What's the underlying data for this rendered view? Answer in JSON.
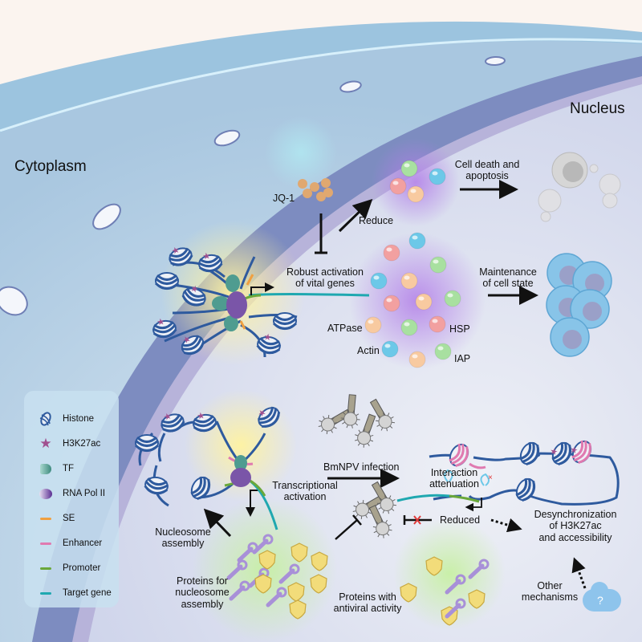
{
  "regions": {
    "cytoplasm": "Cytoplasm",
    "nucleus": "Nucleus"
  },
  "top_panel": {
    "drug": "JQ-1",
    "reduce": "Reduce",
    "robust_activation": [
      "Robust activation",
      "of vital genes"
    ],
    "cell_death": [
      "Cell death and",
      "apoptosis"
    ],
    "maintenance": [
      "Maintenance",
      "of cell state"
    ],
    "protein_labels": {
      "atpase": "ATPase",
      "hsp": "HSP",
      "actin": "Actin",
      "iap": "IAP"
    }
  },
  "legend": {
    "items": [
      {
        "label": "Histone",
        "icon": "histone-icon"
      },
      {
        "label": "H3K27ac",
        "icon": "star-icon",
        "color": "#a0508f"
      },
      {
        "label": "TF",
        "icon": "tf-icon",
        "color": "#4f9c90"
      },
      {
        "label": "RNA Pol II",
        "icon": "rna-pol-icon",
        "color": "#7a55a8"
      },
      {
        "label": "SE",
        "icon": "line-icon",
        "color": "#f0a040"
      },
      {
        "label": "Enhancer",
        "icon": "line-icon",
        "color": "#e07ab0"
      },
      {
        "label": "Promoter",
        "icon": "line-icon",
        "color": "#6aa83a"
      },
      {
        "label": "Target gene",
        "icon": "line-icon",
        "color": "#1fa8b0"
      }
    ]
  },
  "bottom_panel": {
    "transcriptional": [
      "Transcriptional",
      "activation"
    ],
    "nucleosome_assembly": [
      "Nucleosome",
      "assembly"
    ],
    "proteins_nucleosome": [
      "Proteins for",
      "nucleosome",
      "assembly"
    ],
    "proteins_antiviral": [
      "Proteins with",
      "antiviral activity"
    ],
    "infection": "BmNPV infection",
    "interaction": [
      "Interaction",
      "attenuation"
    ],
    "reduced": "Reduced",
    "desync": [
      "Desynchronization",
      "of H3K27ac",
      "and accessibility"
    ],
    "other": [
      "Other",
      "mechanisms"
    ],
    "unknown_mark": "?"
  },
  "colors": {
    "background": "#fbf4ef",
    "cell_membrane": "#9cc4df",
    "nuclear_envelope": "#7d8cc0",
    "nucleus_fill": "#dfe3f1",
    "dna": "#2e5a9e",
    "h3k27ac": "#a0508f",
    "tf": "#4f9c90",
    "rna_pol": "#7a55a8",
    "se": "#f0a040",
    "enhancer": "#e07ab0",
    "promoter": "#6aa83a",
    "target_gene": "#1fa8b0",
    "jq1": "#e0a870"
  }
}
